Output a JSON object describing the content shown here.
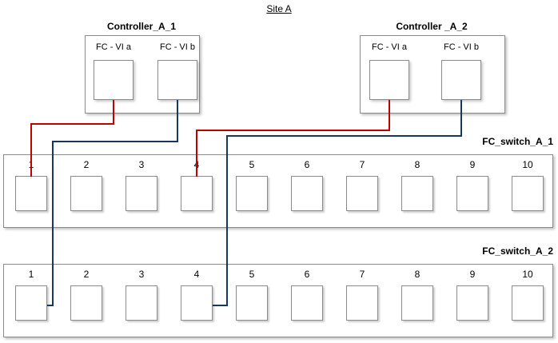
{
  "title": "Site A",
  "controllers": [
    {
      "name": "Controller_A_1",
      "port_a_label": "FC - VI a",
      "port_b_label": "FC - VI b"
    },
    {
      "name": "Controller _A_2",
      "port_a_label": "FC - VI a",
      "port_b_label": "FC - VI b"
    }
  ],
  "switches": [
    {
      "name": "FC_switch_A_1",
      "ports": [
        "1",
        "2",
        "3",
        "4",
        "5",
        "6",
        "7",
        "8",
        "9",
        "10"
      ]
    },
    {
      "name": "FC_switch_A_2",
      "ports": [
        "1",
        "2",
        "3",
        "4",
        "5",
        "6",
        "7",
        "8",
        "9",
        "10"
      ]
    }
  ],
  "cables": {
    "red": "#c00000",
    "blue": "#17375e",
    "connections": [
      {
        "from": "Controller_A_1 / FC - VI a",
        "to": "FC_switch_A_1 / port 1",
        "color": "red"
      },
      {
        "from": "Controller_A_1 / FC - VI b",
        "to": "FC_switch_A_2 / port 1",
        "color": "blue"
      },
      {
        "from": "Controller _A_2 / FC - VI a",
        "to": "FC_switch_A_1 / port 4",
        "color": "red"
      },
      {
        "from": "Controller _A_2 / FC - VI b",
        "to": "FC_switch_A_2 / port 4",
        "color": "blue"
      }
    ]
  }
}
